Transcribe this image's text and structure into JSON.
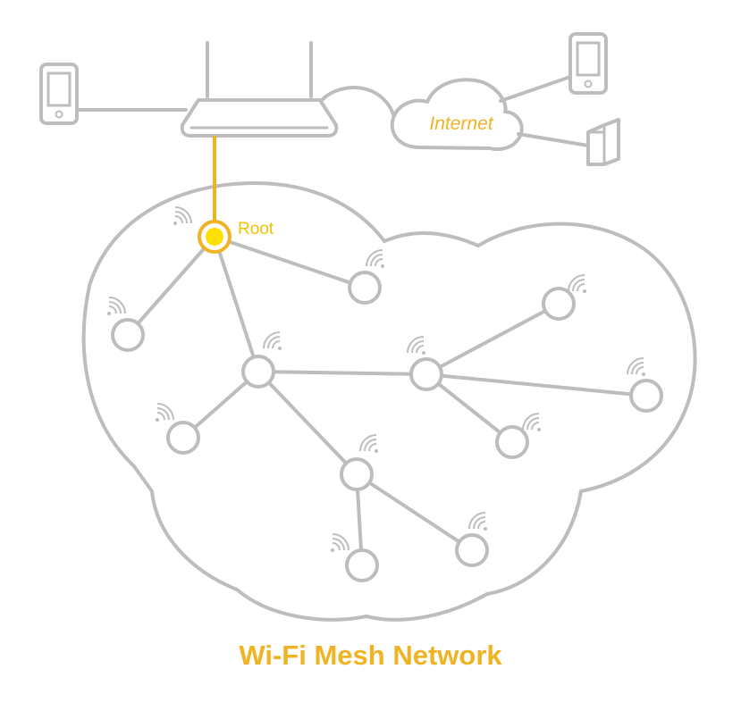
{
  "title": "Wi-Fi Mesh Network",
  "internet_label": "Internet",
  "root_label": "Root",
  "colors": {
    "line": "#bdbdbd",
    "accent": "#f0b323",
    "root_fill": "#ffe000",
    "root_ring": "#f0b323"
  },
  "icons": [
    "phone-icon",
    "router-icon",
    "internet-cloud-icon",
    "device-icon",
    "wifi-signal-icon",
    "mesh-cloud"
  ]
}
